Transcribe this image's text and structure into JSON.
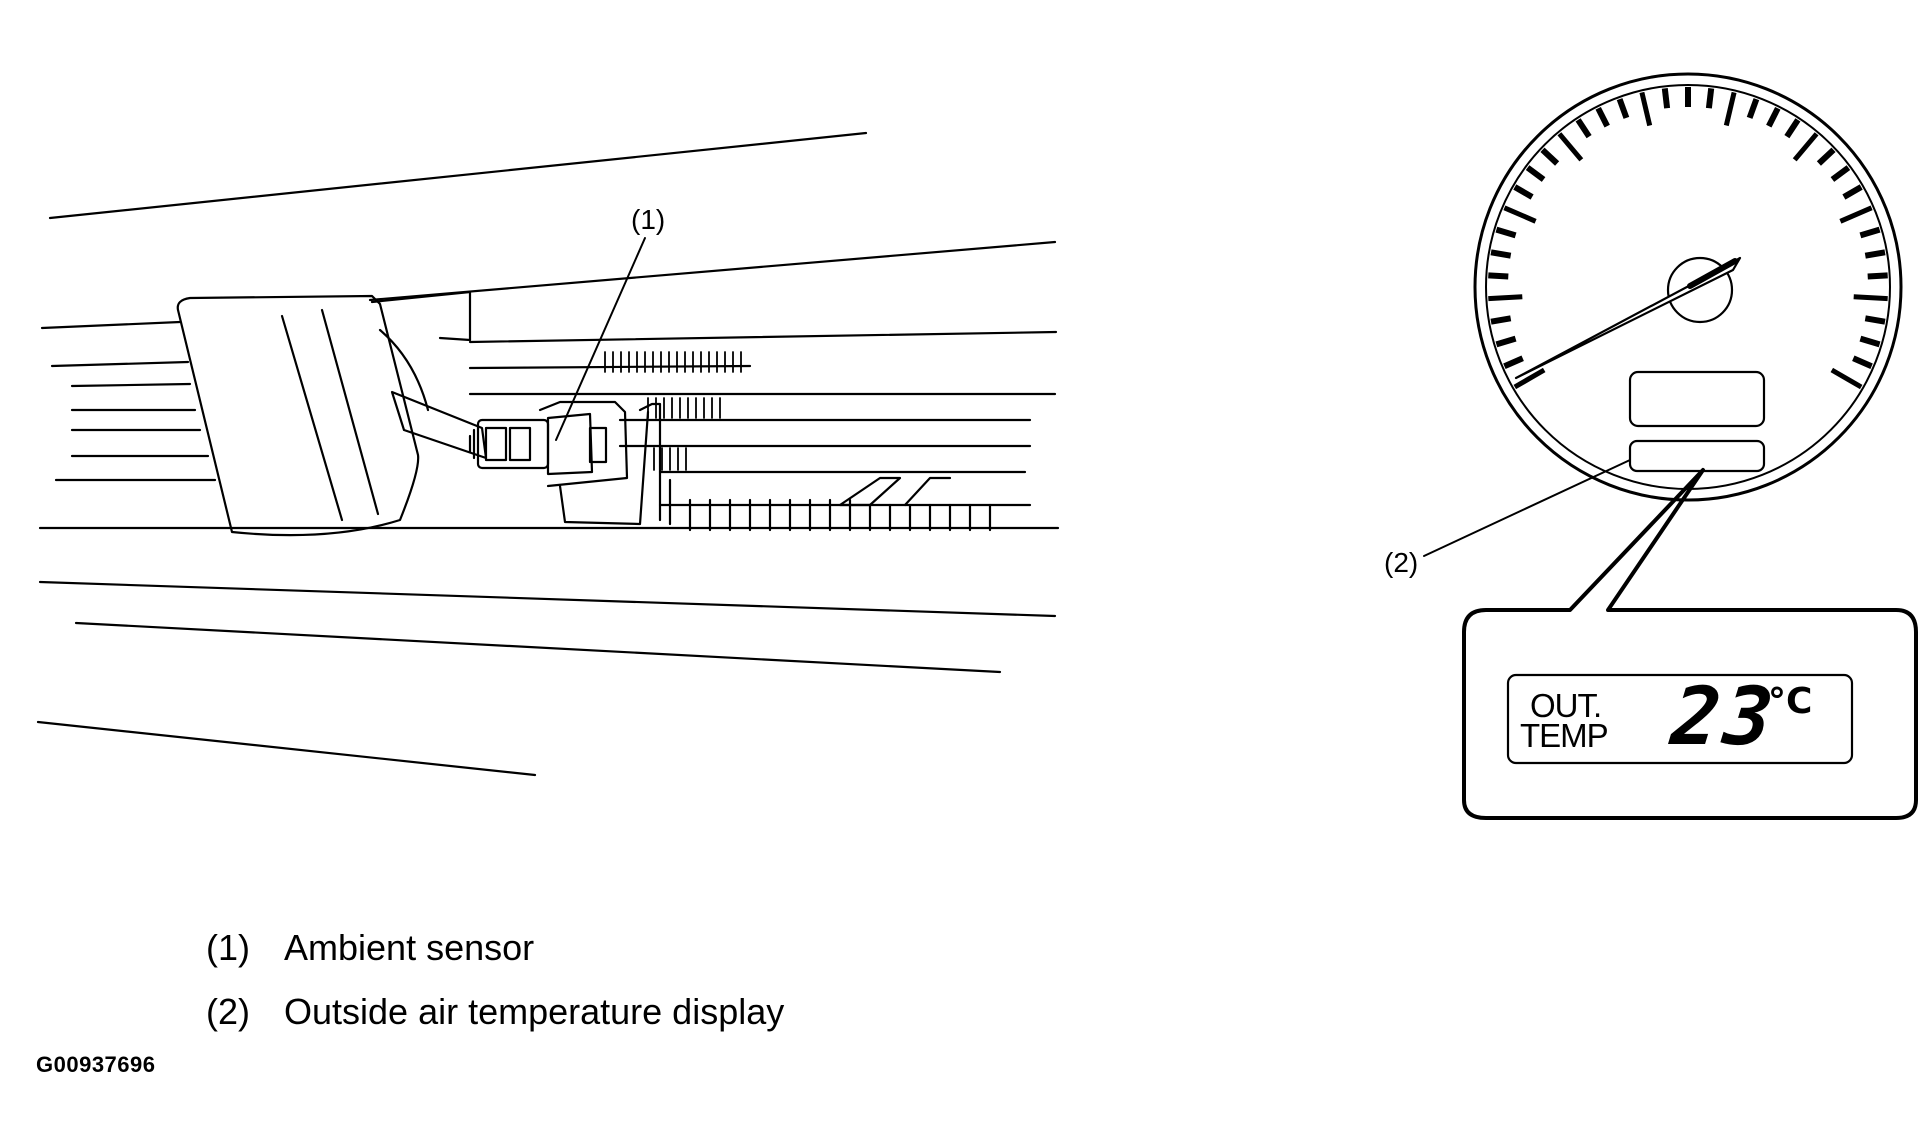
{
  "callouts": {
    "sensor": "(1)",
    "display": "(2)"
  },
  "display_readout": {
    "label_line1": "OUT.",
    "label_line2": "TEMP",
    "temperature_digits": "23",
    "unit": "°C"
  },
  "legend": [
    {
      "number": "(1)",
      "text": "Ambient sensor"
    },
    {
      "number": "(2)",
      "text": "Outside air temperature display"
    }
  ],
  "figure_id": "G00937696",
  "colors": {
    "ink": "#000000",
    "paper": "#ffffff"
  }
}
